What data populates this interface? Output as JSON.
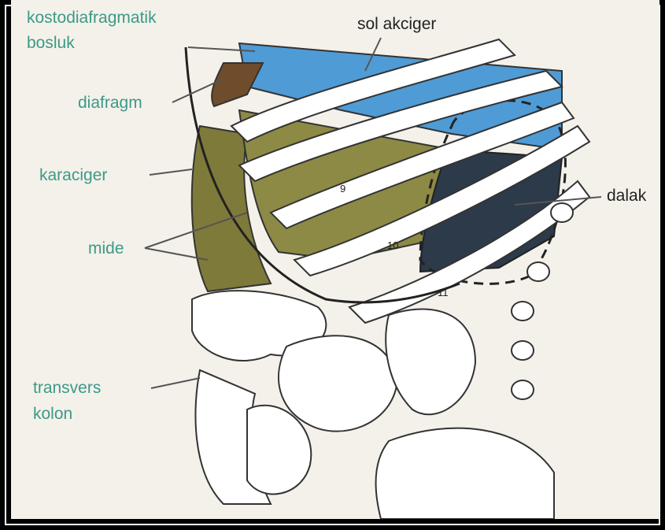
{
  "labels": {
    "kostodiafragmatik_line1": "kostodiafragmatik",
    "kostodiafragmatik_line2": "bosluk",
    "sol_akciger": "sol akciger",
    "diafragm": "diafragm",
    "karaciger": "karaciger",
    "mide": "mide",
    "transvers_line1": "transvers",
    "transvers_line2": "kolon",
    "dalak": "dalak"
  },
  "rib_numbers": {
    "rib9": "9",
    "rib10": "10",
    "rib11": "11"
  },
  "colors": {
    "label_text": "#3b9a88",
    "lung": "#4f9bd6",
    "liver": "#7e7a3a",
    "diaphragm": "#6f4d2c",
    "spleen": "#2c3a4a",
    "rib": "#ffffff",
    "background": "#f4f1ea",
    "frame": "#000000"
  }
}
